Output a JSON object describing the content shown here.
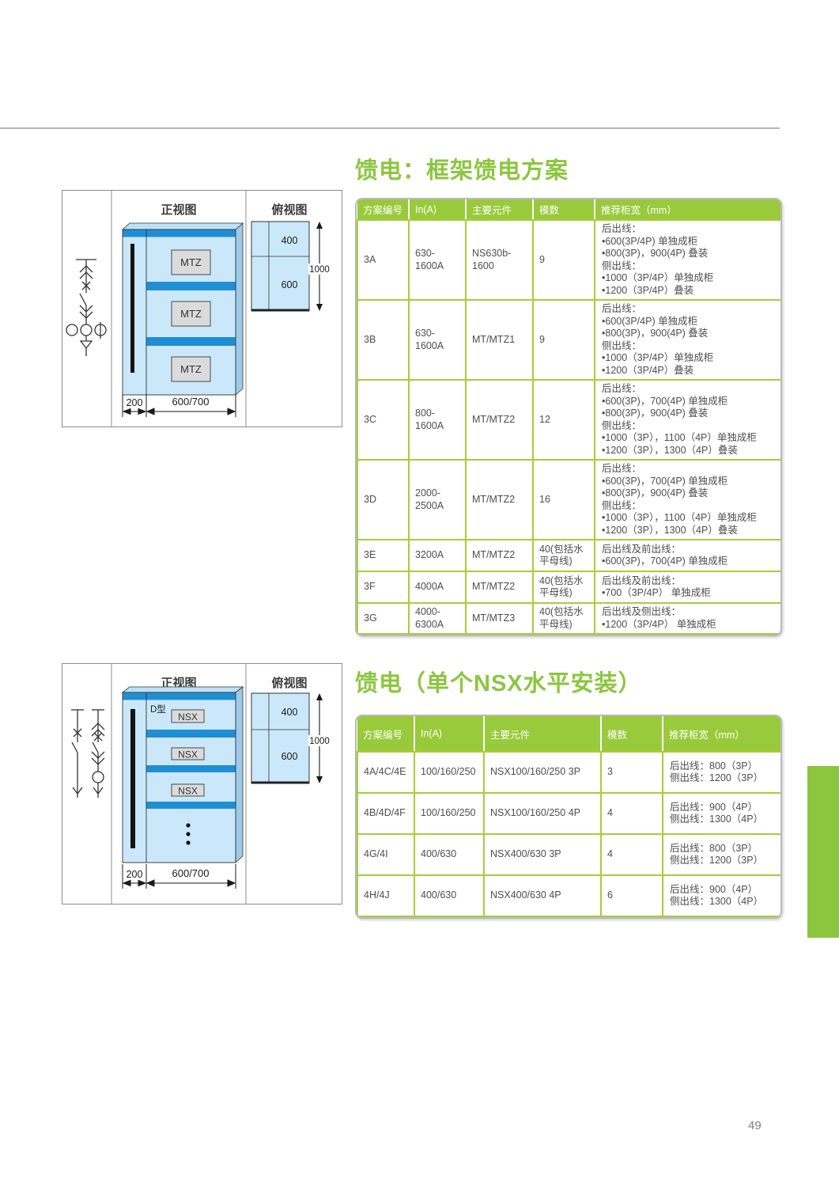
{
  "accent": {
    "green": "#8CC63F",
    "table_grid_green": "#A6CE39",
    "header_bg_green": "#99CA3B",
    "cabinet_blue_light": "#CAE8FA",
    "cabinet_blue_band": "#1E8FD5"
  },
  "page_number": "49",
  "section1": {
    "title": "馈电：框架馈电方案",
    "diagram": {
      "front_view_label": "正视图",
      "top_view_label": "俯视图",
      "device_label": "MTZ",
      "dim_200": "200",
      "dim_600_700": "600/700",
      "dim_400": "400",
      "dim_600": "600",
      "dim_1000": "1000"
    },
    "table": {
      "headers": [
        "方案编号",
        "In(A)",
        "主要元件",
        "模数",
        "推荐柜宽（mm）"
      ],
      "rows": [
        {
          "id": "3A",
          "in": "630-1600A",
          "comp": "NS630b-1600",
          "mod": "9",
          "rec": "后出线：\n•600(3P/4P) 单独成柜\n•800(3P)，900(4P) 叠装\n侧出线：\n•1000（3P/4P）单独成柜\n•1200（3P/4P）叠装"
        },
        {
          "id": "3B",
          "in": "630-1600A",
          "comp": "MT/MTZ1",
          "mod": "9",
          "rec": "后出线：\n•600(3P/4P) 单独成柜\n•800(3P)，900(4P) 叠装\n侧出线：\n•1000（3P/4P）单独成柜\n•1200（3P/4P）叠装"
        },
        {
          "id": "3C",
          "in": "800-1600A",
          "comp": "MT/MTZ2",
          "mod": "12",
          "rec": "后出线：\n•600(3P)，700(4P) 单独成柜\n•800(3P)，900(4P) 叠装\n侧出线：\n•1000（3P），1100（4P）单独成柜\n•1200（3P），1300（4P）叠装"
        },
        {
          "id": "3D",
          "in": "2000-\n2500A",
          "comp": "MT/MTZ2",
          "mod": "16",
          "rec": "后出线：\n•600(3P)，700(4P) 单独成柜\n•800(3P)，900(4P) 叠装\n侧出线：\n•1000（3P），1100（4P）单独成柜\n•1200（3P），1300（4P）叠装"
        },
        {
          "id": "3E",
          "in": "3200A",
          "comp": "MT/MTZ2",
          "mod": "40(包括水平母线)",
          "rec": "后出线及前出线：\n•600(3P)，700(4P) 单独成柜"
        },
        {
          "id": "3F",
          "in": "4000A",
          "comp": "MT/MTZ2",
          "mod": "40(包括水平母线)",
          "rec": "后出线及前出线：\n•700（3P/4P） 单独成柜"
        },
        {
          "id": "3G",
          "in": "4000-\n6300A",
          "comp": "MT/MTZ3",
          "mod": "40(包括水平母线)",
          "rec": "后出线及侧出线：\n•1200（3P/4P） 单独成柜"
        }
      ]
    }
  },
  "section2": {
    "title": "馈电（单个NSX水平安装）",
    "diagram": {
      "front_view_label": "正视图",
      "top_view_label": "俯视图",
      "type_label": "D型",
      "device_label": "NSX",
      "dim_200": "200",
      "dim_600_700": "600/700",
      "dim_400": "400",
      "dim_600": "600",
      "dim_1000": "1000"
    },
    "table": {
      "headers": [
        "方案编号",
        "In(A)",
        "主要元件",
        "模数",
        "推荐柜宽（mm）"
      ],
      "rows": [
        {
          "id": "4A/4C/4E",
          "in": "100/160/250",
          "comp": "NSX100/160/250 3P",
          "mod": "3",
          "rec": "后出线：800（3P）\n侧出线：1200（3P）"
        },
        {
          "id": "4B/4D/4F",
          "in": "100/160/250",
          "comp": "NSX100/160/250 4P",
          "mod": "4",
          "rec": "后出线：900（4P）\n侧出线：1300（4P）"
        },
        {
          "id": "4G/4I",
          "in": "400/630",
          "comp": "NSX400/630 3P",
          "mod": "4",
          "rec": "后出线：800（3P）\n侧出线：1200（3P）"
        },
        {
          "id": "4H/4J",
          "in": "400/630",
          "comp": "NSX400/630 4P",
          "mod": "6",
          "rec": "后出线：900（4P）\n侧出线：1300（4P）"
        }
      ]
    }
  }
}
